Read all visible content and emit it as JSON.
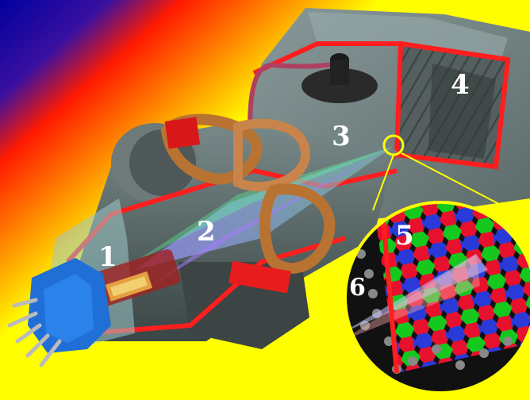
{
  "labels": {
    "electron_guns": "1",
    "electron_beams": "2",
    "focusing_area": "3",
    "phosphor_screen": "4",
    "phosphor_dots": "5",
    "shadow_mask": "6"
  },
  "colors": {
    "background_yellow": "#ffff00",
    "background_red": "#ff1a00",
    "background_blue": "#00009e",
    "casing_outline": "#ff1e1e",
    "tube_body": "#5a6666",
    "coil_copper": "#b87333",
    "base_blue": "#1f6fd6",
    "phosphor_red": "#e8112d",
    "phosphor_green": "#14c81e",
    "phosphor_blue": "#2a3ad8"
  },
  "icons": [
    "crt-tube-diagram",
    "deflection-coil-icon",
    "anode-cap-icon",
    "magnifier-circle-icon"
  ]
}
